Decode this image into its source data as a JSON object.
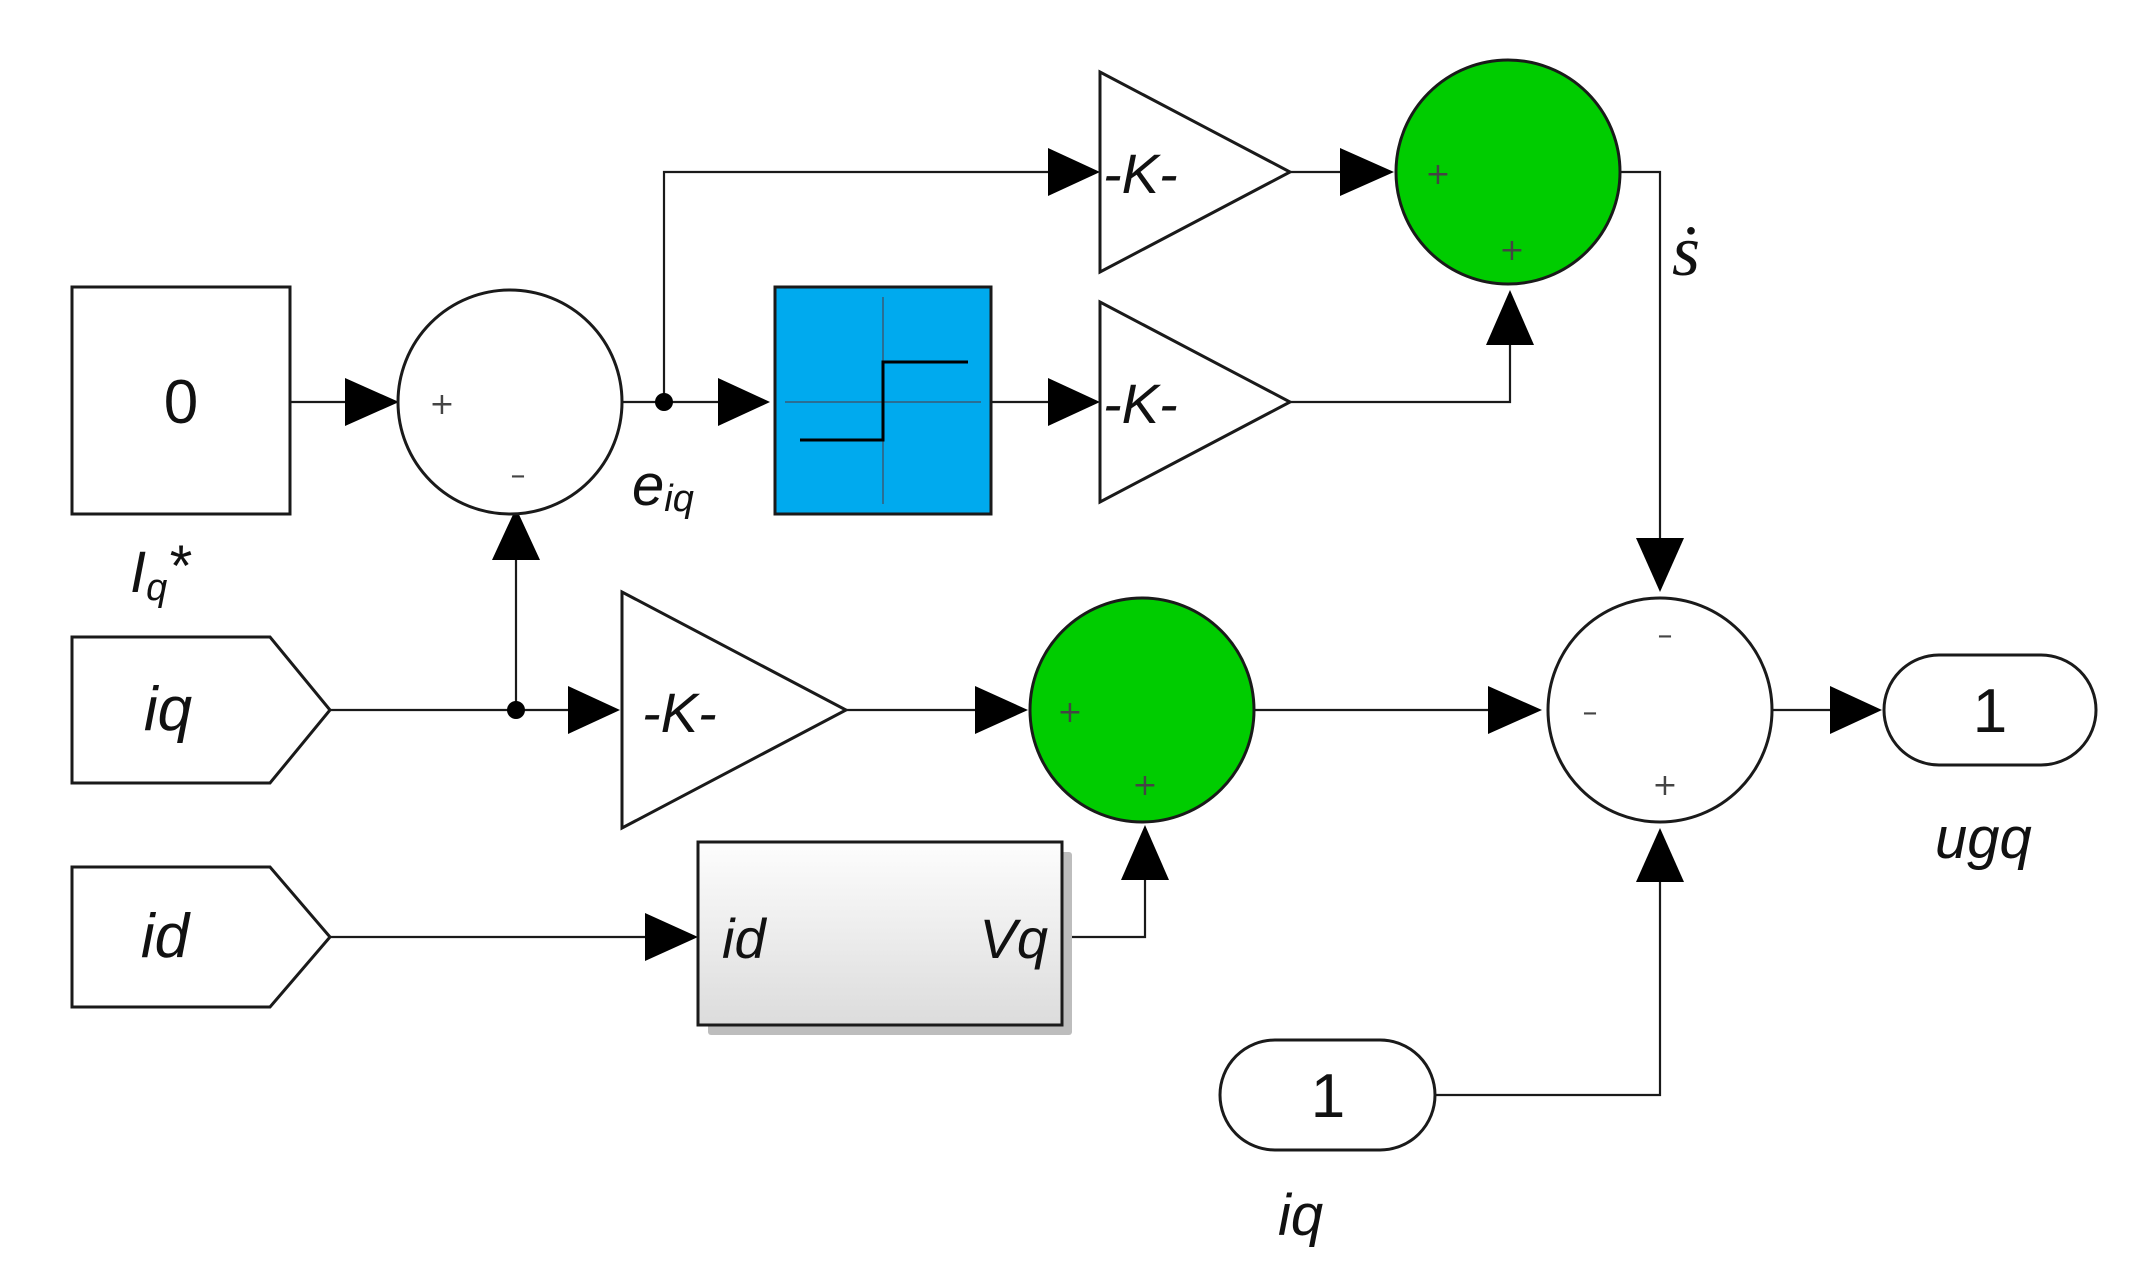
{
  "colors": {
    "sum_green": "#00cc00",
    "sign_blue": "#00aaee",
    "subsystem_fill": "#e6e6e6",
    "block_stroke": "#1a1a1a"
  },
  "constant": {
    "value": "0"
  },
  "labels": {
    "iq_ref_main": "I",
    "iq_ref_sub": "q",
    "iq_ref_star": "*",
    "error_main": "e",
    "error_sub": "iq",
    "s_dot": "ṡ",
    "ugq_main": "u",
    "ugq_sub": "gq",
    "iq_bottom_main": "i",
    "iq_bottom_sub": "q"
  },
  "sum_signs": {
    "error_sum": [
      "+",
      "–"
    ],
    "top_green_sum": [
      "+",
      "+"
    ],
    "mid_green_sum": [
      "+",
      "+"
    ],
    "final_sum": [
      "–",
      "–",
      "+"
    ]
  },
  "gains": {
    "top": "-K-",
    "middle": "-K-",
    "lower": "-K-"
  },
  "goto_tags": {
    "iq": "iq",
    "id": "id"
  },
  "subsystem": {
    "input_port": "id",
    "output_port": "Vq"
  },
  "outport": {
    "number": "1"
  },
  "inport": {
    "number": "1"
  }
}
